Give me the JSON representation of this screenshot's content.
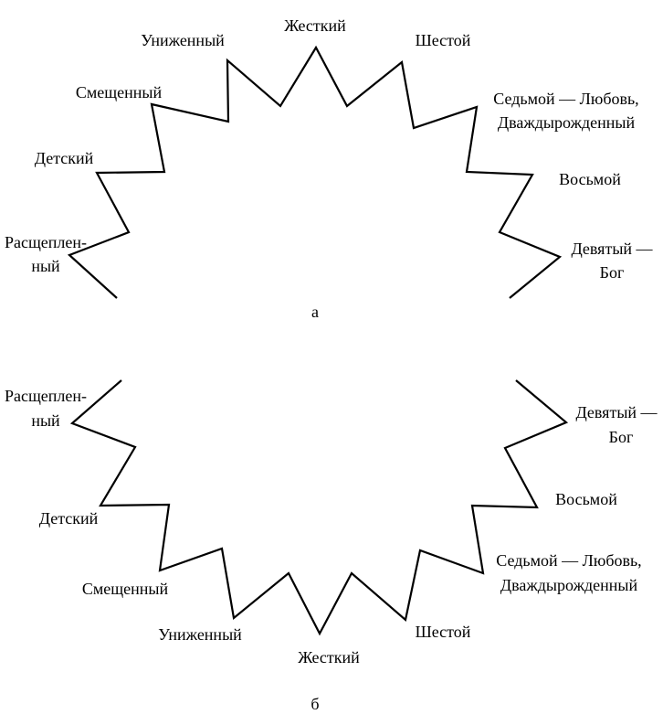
{
  "diagram_a": {
    "caption": "а",
    "labels": {
      "zhestkiy": "Жесткий",
      "unizhenny": "Униженный",
      "shestoy": "Шестой",
      "smeshchenny": "Смещенный",
      "sedmoy_line1": "Седьмой — Любовь,",
      "sedmoy_line2": "Дваждырожденный",
      "detskiy": "Детский",
      "vosmoy": "Восьмой",
      "rasshcheplenny_line1": "Расщеплен-",
      "rasshcheplenny_line2": "ный",
      "devyaty_line1": "Девятый —",
      "devyaty_line2": "Бог"
    }
  },
  "diagram_b": {
    "caption": "б",
    "labels": {
      "rasshcheplenny_line1": "Расщеплен-",
      "rasshcheplenny_line2": "ный",
      "devyaty_line1": "Девятый —",
      "devyaty_line2": "Бог",
      "vosmoy": "Восьмой",
      "detskiy": "Детский",
      "sedmoy_line1": "Седьмой — Любовь,",
      "sedmoy_line2": "Дваждырожденный",
      "smeshchenny": "Смещенный",
      "shestoy": "Шестой",
      "unizhenny": "Униженный",
      "zhestkiy": "Жесткий"
    }
  },
  "colors": {
    "line": "#000000",
    "text": "#000000",
    "background": "#ffffff"
  }
}
